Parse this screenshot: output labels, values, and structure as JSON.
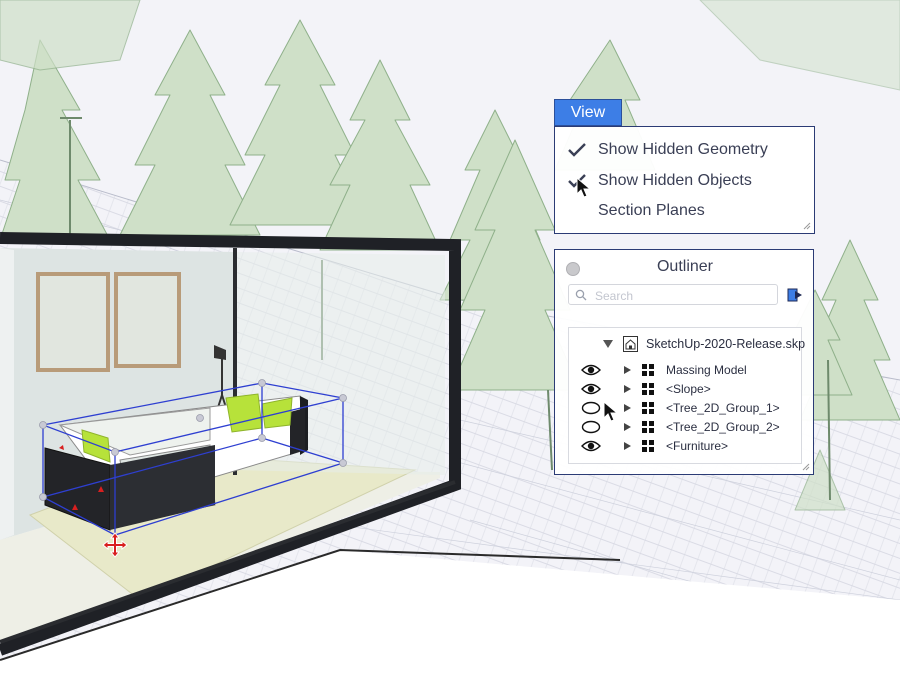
{
  "view_menu": {
    "title": "View",
    "items": [
      {
        "label": "Show Hidden Geometry",
        "checked": true
      },
      {
        "label": "Show Hidden Objects",
        "checked": true
      },
      {
        "label": "Section Planes",
        "checked": false
      }
    ]
  },
  "outliner": {
    "title": "Outliner",
    "search_placeholder": "Search",
    "root": {
      "name": "SketchUp-2020-Release.skp"
    },
    "items": [
      {
        "name": "Massing Model",
        "visible": true
      },
      {
        "name": "<Slope>",
        "visible": true
      },
      {
        "name": "<Tree_2D_Group_1>",
        "visible": false
      },
      {
        "name": "<Tree_2D_Group_2>",
        "visible": false
      },
      {
        "name": "<Furniture>",
        "visible": true
      }
    ]
  },
  "icons": {
    "check": "check-icon",
    "cursor": "pointer-cursor-icon",
    "eye": "eye-icon",
    "eye_hidden": "eye-hidden-icon",
    "expand": "expand-triangle-icon",
    "component": "component-icon",
    "model": "house-icon",
    "search": "search-icon",
    "export": "export-icon",
    "move": "move-icon"
  },
  "colors": {
    "menu_accent": "#3d7ee6",
    "panel_border": "#2b3b75",
    "tree_fill": "#cfe0c8",
    "tree_stroke": "#8fb08a",
    "selection_box": "#2e3fd1",
    "cushion": "#b7e23a",
    "move_cross": "#d81f1f"
  }
}
